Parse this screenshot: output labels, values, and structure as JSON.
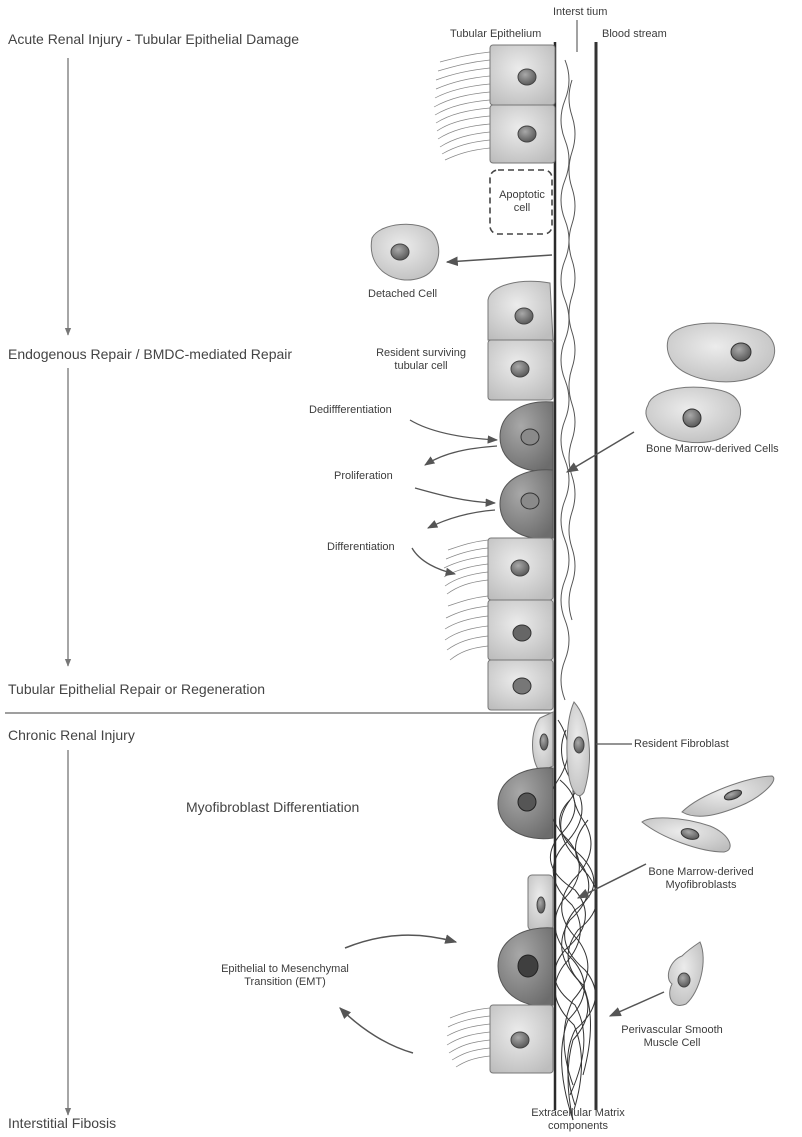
{
  "stages": {
    "acute": "Acute Renal Injury - Tubular Epithelial Damage",
    "repair": "Endogenous Repair / BMDC-mediated Repair",
    "regeneration": "Tubular Epithelial Repair or Regeneration",
    "chronic": "Chronic Renal Injury",
    "fibrosis": "Interstitial Fibosis"
  },
  "headers": {
    "interstitium": "Interst tium",
    "tubular_epithelium": "Tubular Epithelium",
    "blood_stream": "Blood stream"
  },
  "labels": {
    "apoptotic_line1": "Apoptotic",
    "apoptotic_line2": "cell",
    "detached_cell": "Detached Cell",
    "resident_line1": "Resident surviving",
    "resident_line2": "tubular cell",
    "dedifferentiation": "Dediffferentiation",
    "proliferation": "Proliferation",
    "differentiation": "Differentiation",
    "bmdc": "Bone Marrow-derived Cells",
    "resident_fibroblast": "Resident Fibroblast",
    "myofibroblast_diff": "Myofibroblast Differentiation",
    "bm_myofib_line1": "Bone Marrow-derived",
    "bm_myofib_line2": "Myofibroblasts",
    "emt_line1": "Epithelial to Mesenchymal",
    "emt_line2": "Transition (EMT)",
    "pvsmc_line1": "Perivascular Smooth",
    "pvsmc_line2": "Muscle Cell",
    "ecm_line1": "Extracellular Matrix",
    "ecm_line2": "components"
  }
}
